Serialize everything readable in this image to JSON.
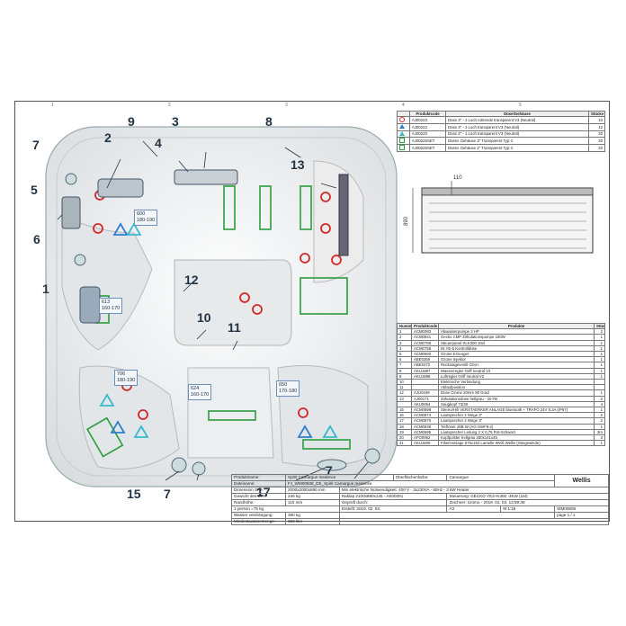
{
  "callouts": [
    "1",
    "2",
    "3",
    "4",
    "5",
    "6",
    "7",
    "8",
    "9",
    "10",
    "11",
    "12",
    "13",
    "15",
    "17"
  ],
  "seats": {
    "s600": {
      "num": "600",
      "range": "180-190"
    },
    "s613": {
      "num": "613",
      "range": "160-170"
    },
    "s706": {
      "num": "706",
      "range": "180-190"
    },
    "s624": {
      "num": "624",
      "range": "160-170"
    },
    "s650": {
      "num": "650",
      "range": "170-180"
    }
  },
  "side_view": {
    "dim_top": "110",
    "dim_side": "890"
  },
  "jet_table": {
    "headers": [
      "",
      "Produktcode",
      "Düse/Gehäuse",
      "Stücke"
    ],
    "rows": [
      {
        "code": "AJ00223",
        "desc": "Düse 3\" - 1 Loch rotirende transparent V3 (Neutral)",
        "qty": "10"
      },
      {
        "code": "AJ00222",
        "desc": "Düse 3\" - 1 Loch transparent V3 (Neutral)",
        "qty": "12"
      },
      {
        "code": "AJ00220",
        "desc": "Düse 2\" - 1 Loch transparent V3 (Neutral)",
        "qty": "20"
      },
      {
        "code": "AJ00226SET",
        "desc": "Düsen Gehäuse 3\" Transparent Typ 3",
        "qty": "20"
      },
      {
        "code": "AJ00226SET",
        "desc": "Düsen Gehäuse 2\" Transparent Typ 3",
        "qty": "22"
      }
    ]
  },
  "parts_table": {
    "headers": [
      "Nummer",
      "Produktcode",
      "Produkte",
      "Stücke"
    ],
    "rows": [
      {
        "n": "1",
        "code": "ACM0083",
        "name": "Abwasserpumpe 3 HP",
        "qty": "2"
      },
      {
        "n": "2",
        "code": "ACM0841",
        "name": "Gecko CMP Zirkulationspumpe 150W",
        "qty": "1"
      },
      {
        "n": "3",
        "code": "ACM0759",
        "name": "Steuerpanel IN.K300 3mil",
        "qty": "1"
      },
      {
        "n": "4",
        "code": "ACM0755",
        "name": "IN.YE-5 Kontrolldüse",
        "qty": "1"
      },
      {
        "n": "5",
        "code": "ACM0660",
        "name": "Ozone Erzeuger",
        "qty": "1"
      },
      {
        "n": "6",
        "code": "ABE0359",
        "name": "Ozone Injektor",
        "qty": "1"
      },
      {
        "n": "7",
        "code": "ABE0372",
        "name": "Rückstageventil Ozon",
        "qty": "1"
      },
      {
        "n": "8",
        "code": "AKU1897",
        "name": "Wasserregler Griff neutral V2",
        "qty": "1"
      },
      {
        "n": "9",
        "code": "AKU1898",
        "name": "Luftregler Griff neutral V2",
        "qty": "1"
      },
      {
        "n": "10",
        "code": "",
        "name": "Elektrische Verbindung",
        "qty": ""
      },
      {
        "n": "11",
        "code": "",
        "name": "Ablaufposition",
        "qty": ""
      },
      {
        "n": "12",
        "code": "AJU0169",
        "name": "Düse Ozone 20mm 90 Grad",
        "qty": "1"
      },
      {
        "n": "13",
        "code": "AJ00171",
        "name": "Zirkulationsdüse hellgrau - 20 FB",
        "qty": "2"
      },
      {
        "n": "",
        "code": "AKU0064",
        "name": "Saugkopf 73/30",
        "qty": "4"
      },
      {
        "n": "15",
        "code": "ACM0898",
        "name": "Stereo/Hifi VERSTAERKER ANLAGE bluetooth + TRAFO 24V 6,3A (IP67)",
        "qty": "1"
      },
      {
        "n": "16",
        "code": "ACM0874",
        "name": "Lautsprecher 2 Wege 3\"",
        "qty": "2"
      },
      {
        "n": "17",
        "code": "ACM0875",
        "name": "Lautsprecher 2 Wege 3\"",
        "qty": "2"
      },
      {
        "n": "18",
        "code": "ACM0849",
        "name": "Tieftöner 28B W (AG-SWF8-2)",
        "qty": "1"
      },
      {
        "n": "19",
        "code": "ACM0695",
        "name": "Lautsprecher Leitung 2 X 0,75 Rot-Schwarz",
        "qty": "3m"
      },
      {
        "n": "20",
        "code": "AFO0062",
        "name": "Kopfpolster hellgrau 280x141x45",
        "qty": "3"
      },
      {
        "n": "21",
        "code": "AKU1609",
        "name": "Filterinsnlage 575x152 Lamelle Weiß Wellis (Steigewinde)",
        "qty": "1"
      }
    ]
  },
  "title_block": {
    "produktname_label": "Produktname:",
    "produktname": "Spirit Camargue medence",
    "oberflache_label": "Oberflächenfarbe:",
    "oberflache": "Camargue",
    "dateiname_label": "Dateiname:",
    "dateiname": "FJ_WM00608_DE_Spirit Camargue medence",
    "dimension_label": "Dimension SPA:",
    "dimension": "2000x2000x890 mm",
    "voltage": "Min elektrische Notwendigkeit: 400 V - 3x230VA - 60Hz - 3 kW Heater",
    "gewicht_label": "Gewicht des SPA:",
    "gewicht": "246 kg",
    "raklap": "Raklap 2100x880x145 - AE00091",
    "steuerung": "Steuerung: GECKO YE3+K300 -3KW (1M)",
    "randhohe_label": "Randhöhe:",
    "randhohe": "110 mm",
    "geprueft": "Geprüft durch:",
    "zeichner": "Zeichner: szomo - 2019. 02. 03. 13:59:38",
    "person": "1 person =75 kg",
    "wasser_label": "Wasser verdrängung:",
    "wasser": "380 kg",
    "mindest_label": "Mindestwassermenge:",
    "mindest": "350 liter",
    "erstellt": "Erstellt: 2019. 02. 03.",
    "doc_no": "WM00608",
    "size": "A3",
    "scale": "M 1:15",
    "page": "page 1 / 1",
    "brand": "Wellis"
  },
  "colors": {
    "callout": "#234",
    "seat_border": "#6b8fb8",
    "green": "#2a9d3c",
    "red": "#d42828",
    "blue": "#2d7fd0",
    "cyan": "#39b8d0"
  }
}
